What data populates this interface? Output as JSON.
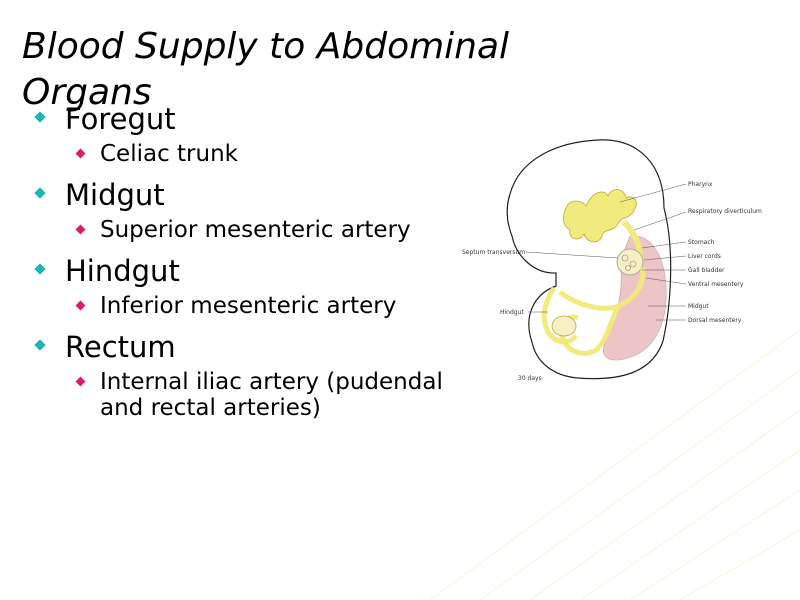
{
  "title": "Blood Supply to Abdominal Organs",
  "sections": [
    {
      "heading": "Foregut",
      "item": "Celiac trunk"
    },
    {
      "heading": "Midgut",
      "item": "Superior mesenteric artery"
    },
    {
      "heading": "Hindgut",
      "item": "Inferior mesenteric artery"
    },
    {
      "heading": "Rectum",
      "item": "Internal iliac artery (pudendal and rectal arteries)"
    }
  ],
  "figure": {
    "labels": {
      "pharynx": "Pharynx",
      "resp": "Respiratory diverticulum",
      "stomach": "Stomach",
      "liver": "Liver cords",
      "gall": "Gall bladder",
      "ventral": "Ventral mesentery",
      "midgut": "Midgut",
      "dorsal": "Dorsal mesentery",
      "septum": "Septum transversum",
      "hindgut": "Hindgut",
      "age": "30 days"
    }
  },
  "colors": {
    "bullet_level1": "#19b6b2",
    "bullet_level2": "#e0186f",
    "gut": "#f2ea7c",
    "mesentery": "#ecc6c6"
  }
}
